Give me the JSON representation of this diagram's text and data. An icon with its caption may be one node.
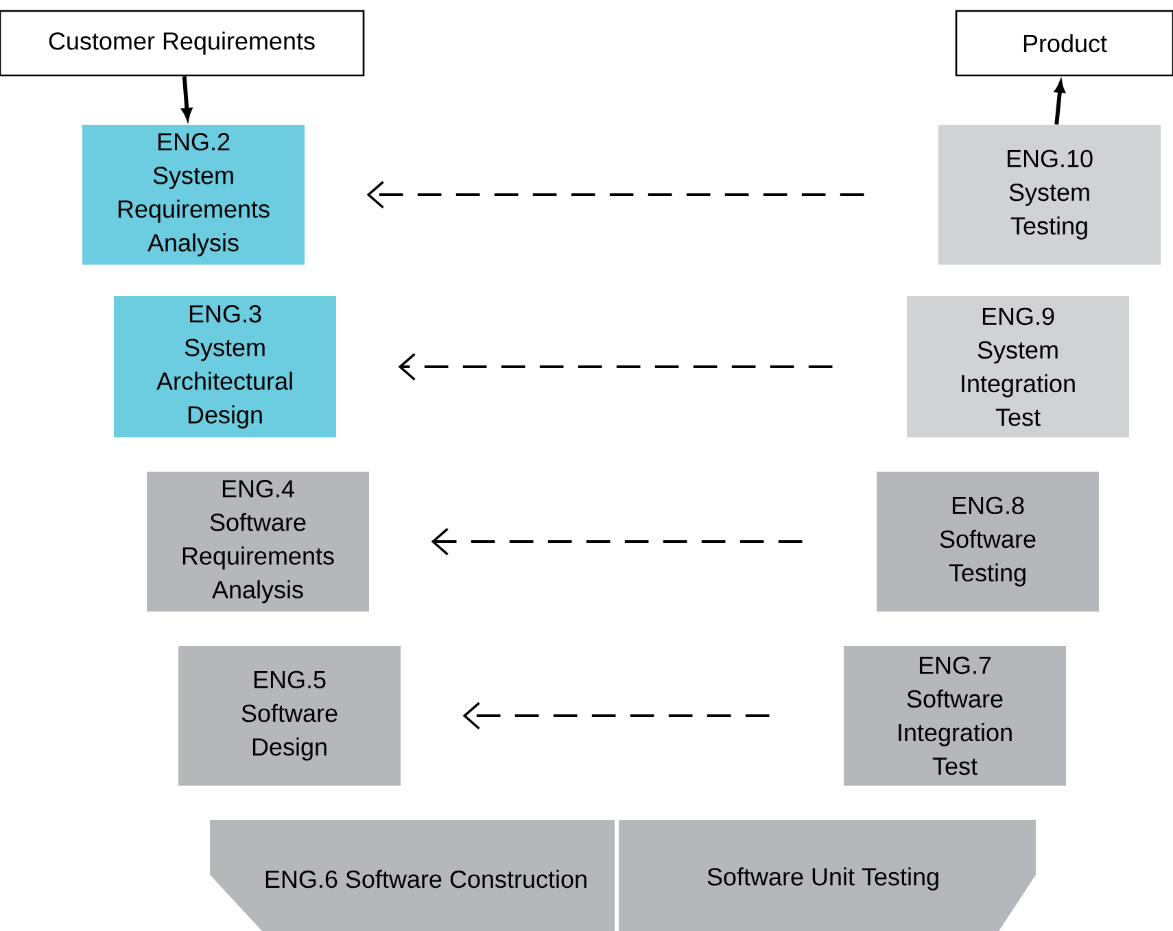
{
  "diagram": {
    "nodes": [
      {
        "text": [
          "Customer Requirements"
        ]
      },
      {
        "text": [
          "Product"
        ]
      },
      {
        "text": [
          "ENG.2 System Requirements Analysis"
        ]
      },
      {
        "text": [
          "ENG.3 System Architectural Design"
        ]
      },
      {
        "text": [
          "ENG.4 Software Requirements Analysis"
        ]
      },
      {
        "text": [
          "ENG.5 Software Design"
        ]
      },
      {
        "text": [
          "ENG.10 System Testing"
        ]
      },
      {
        "text": [
          "ENG.9 System Integration Test"
        ]
      },
      {
        "text": [
          "ENG.8 Software Testing"
        ]
      },
      {
        "text": [
          "ENG.7 Software Integration Test"
        ]
      },
      {
        "text": [
          "ENG.6 Software Construction"
        ]
      },
      {
        "text": [
          "Software Unit Testing"
        ]
      }
    ],
    "edges": [
      {
        "from": 0,
        "to": 2,
        "arrow": "to"
      },
      {
        "from": 6,
        "to": 1,
        "arrow": "to"
      },
      {
        "from": 6,
        "to": 2,
        "arrow": "to",
        "style": "dashed"
      },
      {
        "from": 7,
        "to": 3,
        "arrow": "to",
        "style": "dashed"
      },
      {
        "from": 8,
        "to": 4,
        "arrow": "to",
        "style": "dashed"
      },
      {
        "from": 9,
        "to": 5,
        "arrow": "to",
        "style": "dashed"
      }
    ]
  }
}
